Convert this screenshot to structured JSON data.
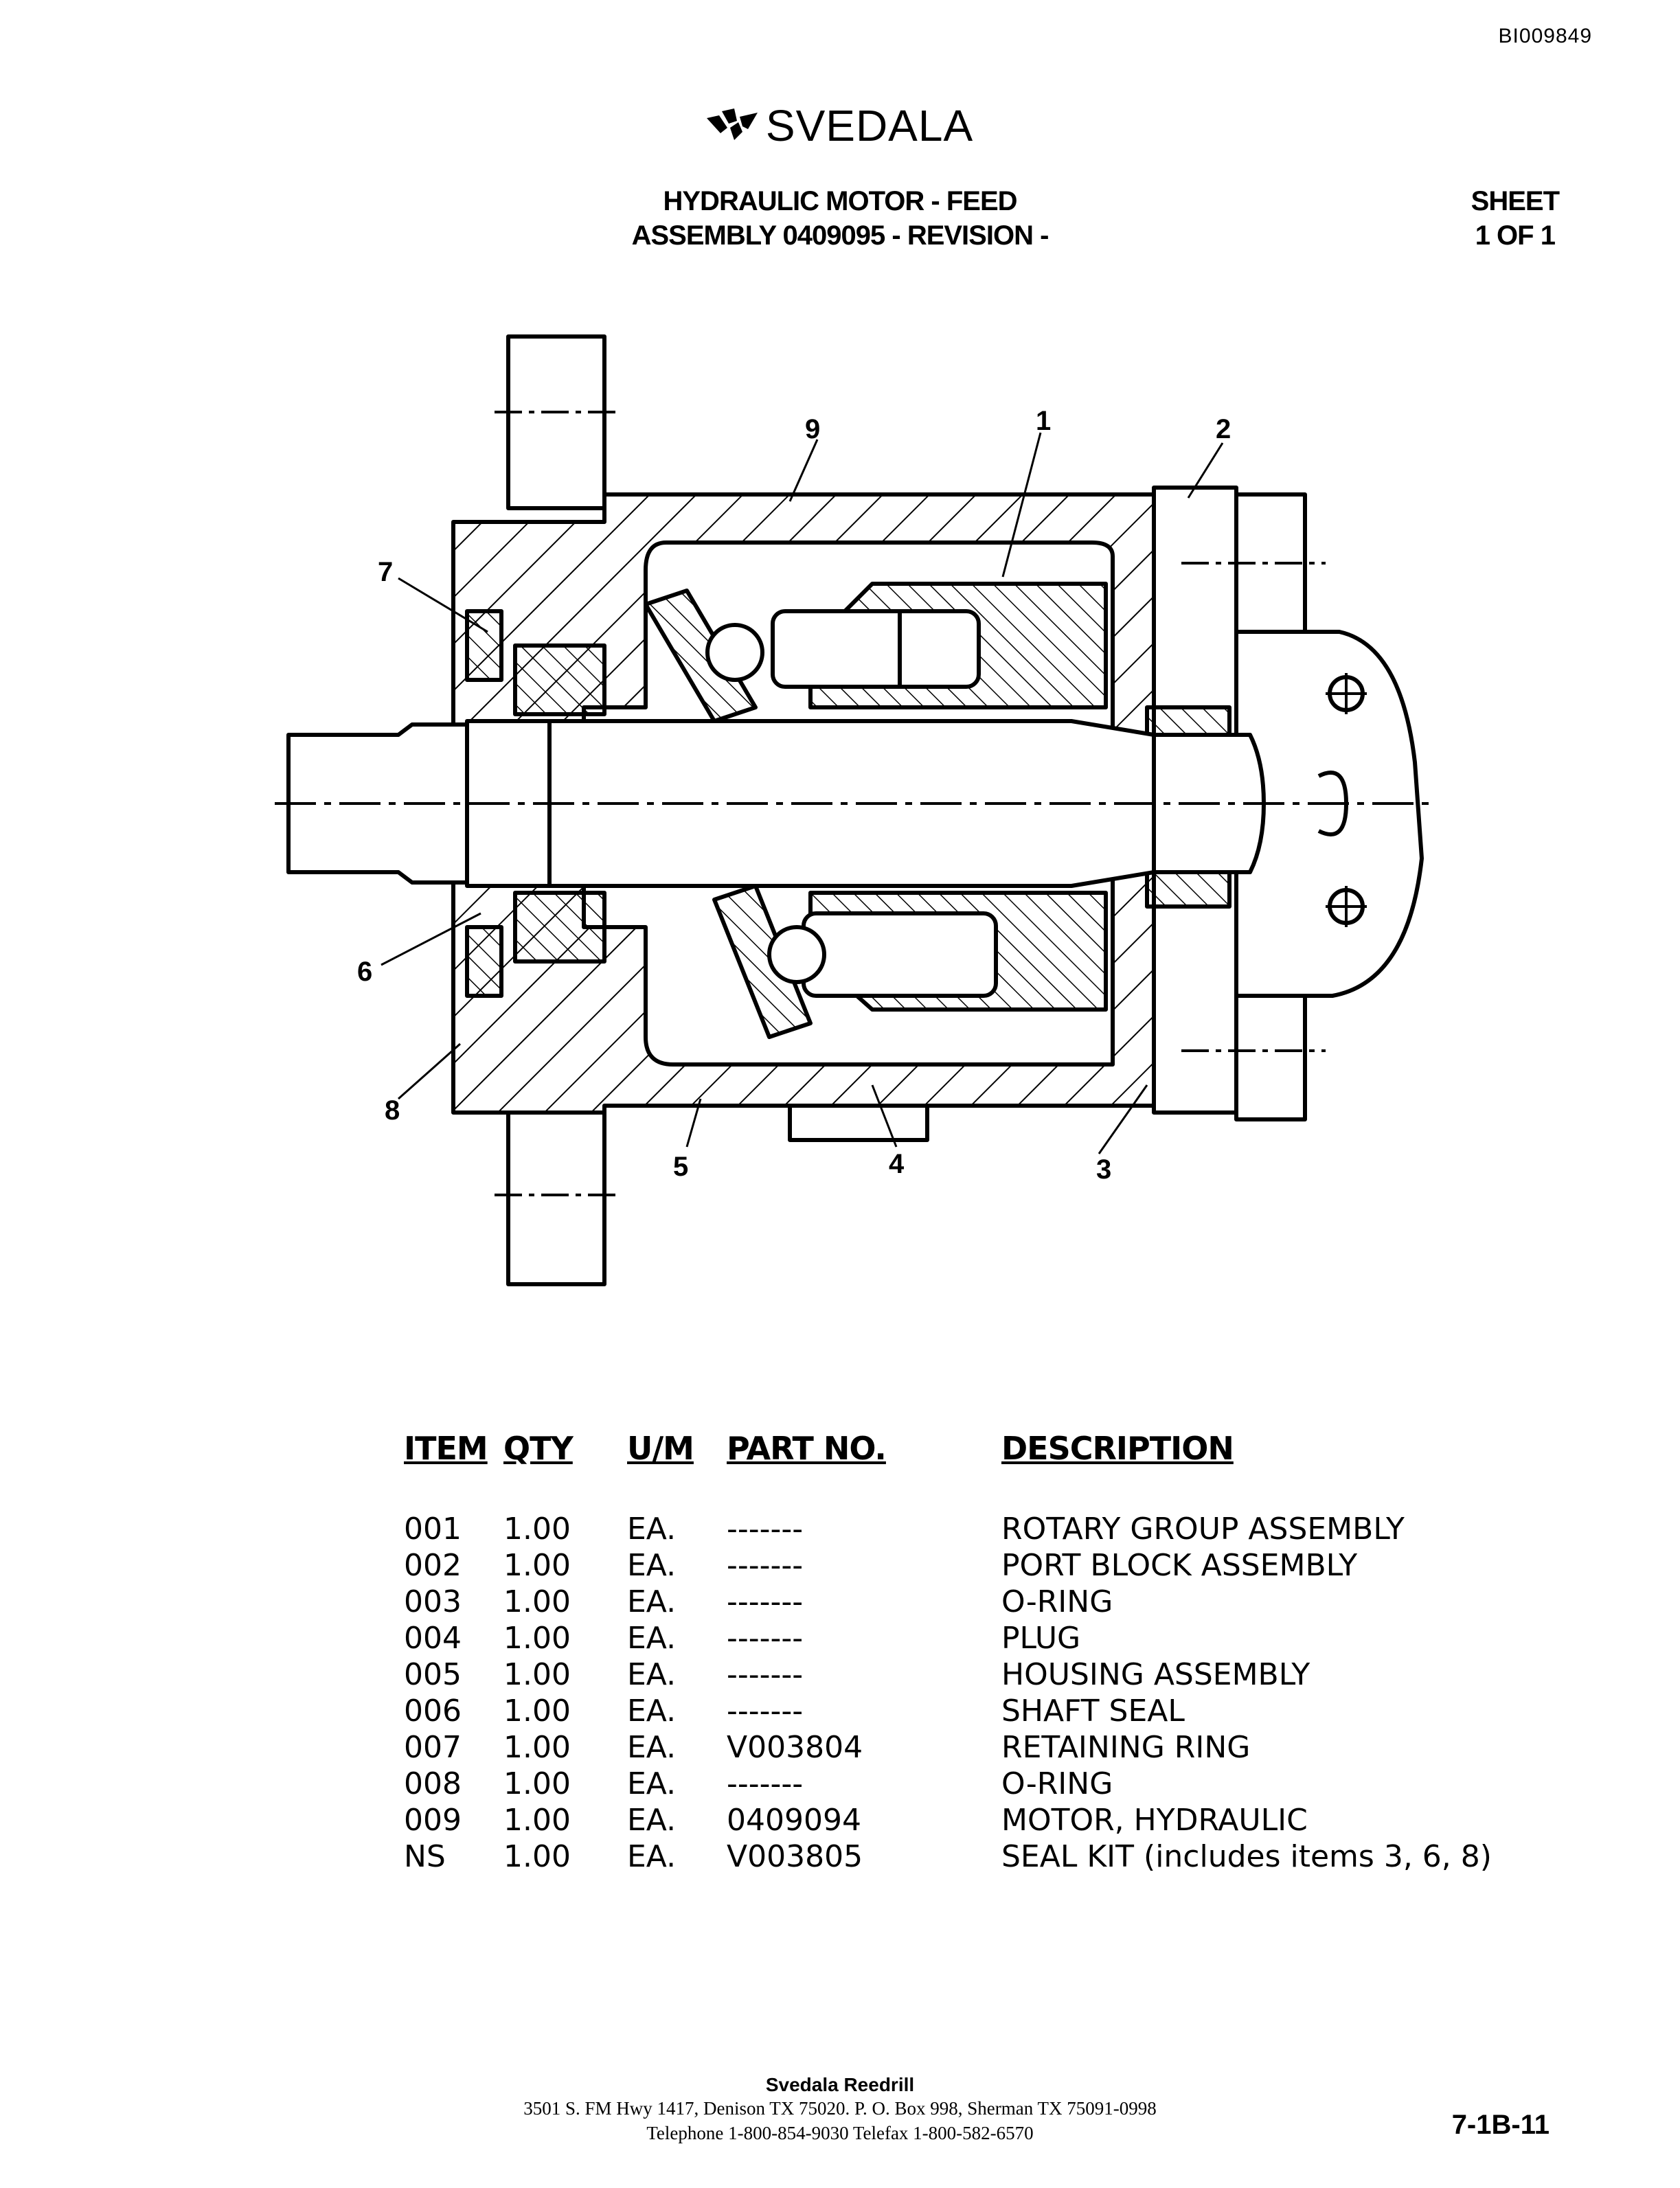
{
  "document_id": "BI009849",
  "brand": {
    "name": "SVEDALA"
  },
  "title": {
    "line1": "HYDRAULIC MOTOR - FEED",
    "line2": "ASSEMBLY 0409095 - REVISION -"
  },
  "sheet": {
    "label": "SHEET",
    "value": "1 OF 1"
  },
  "callouts": [
    "9",
    "1",
    "2",
    "7",
    "6",
    "8",
    "5",
    "4",
    "3"
  ],
  "parts_table": {
    "headers": {
      "item": "ITEM",
      "qty": "QTY",
      "um": "U/M",
      "part_no": "PART NO.",
      "description": "DESCRIPTION"
    },
    "rows": [
      {
        "item": "001",
        "qty": "1.00",
        "um": "EA.",
        "part_no": "-------",
        "description": "ROTARY GROUP ASSEMBLY"
      },
      {
        "item": "002",
        "qty": "1.00",
        "um": "EA.",
        "part_no": "-------",
        "description": "PORT BLOCK ASSEMBLY"
      },
      {
        "item": "003",
        "qty": "1.00",
        "um": "EA.",
        "part_no": "-------",
        "description": "O-RING"
      },
      {
        "item": "004",
        "qty": "1.00",
        "um": "EA.",
        "part_no": "-------",
        "description": "PLUG"
      },
      {
        "item": "005",
        "qty": "1.00",
        "um": "EA.",
        "part_no": "-------",
        "description": "HOUSING ASSEMBLY"
      },
      {
        "item": "006",
        "qty": "1.00",
        "um": "EA.",
        "part_no": "-------",
        "description": "SHAFT SEAL"
      },
      {
        "item": "007",
        "qty": "1.00",
        "um": "EA.",
        "part_no": "V003804",
        "description": "RETAINING RING"
      },
      {
        "item": "008",
        "qty": "1.00",
        "um": "EA.",
        "part_no": "-------",
        "description": "O-RING"
      },
      {
        "item": "009",
        "qty": "1.00",
        "um": "EA.",
        "part_no": "0409094",
        "description": "MOTOR, HYDRAULIC"
      },
      {
        "item": "NS",
        "qty": "1.00",
        "um": "EA.",
        "part_no": "V003805",
        "description": "SEAL KIT (includes items 3, 6, 8)"
      }
    ]
  },
  "footer": {
    "company": "Svedala Reedrill",
    "address": "3501 S. FM Hwy 1417, Denison TX 75020.   P. O. Box 998, Sherman TX 75091-0998",
    "phone": "Telephone 1-800-854-9030 Telefax 1-800-582-6570"
  },
  "page_number": "7-1B-11"
}
